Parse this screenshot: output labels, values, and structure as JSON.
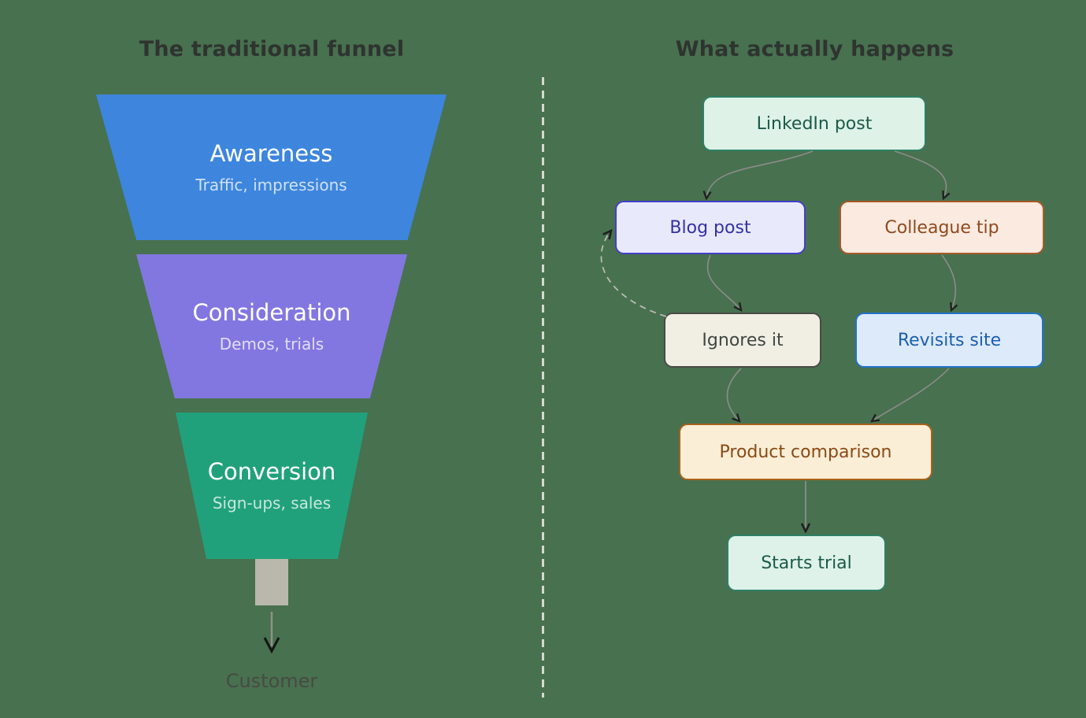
{
  "background": "#48714F",
  "left_panel": {
    "title": "The traditional funnel",
    "stages": [
      {
        "label": "Awareness",
        "sublabel": "Traffic, impressions",
        "fill": "#3D85DD"
      },
      {
        "label": "Consideration",
        "sublabel": "Demos, trials",
        "fill": "#8277E0"
      },
      {
        "label": "Conversion",
        "sublabel": "Sign-ups, sales",
        "fill": "#21A17B"
      }
    ],
    "spout_color": "#BAB7AD",
    "outlet_label": "Customer"
  },
  "right_panel": {
    "title": "What actually happens",
    "nodes": [
      {
        "label": "LinkedIn post",
        "fill": "#DEF2E8",
        "border": "#2F8066",
        "text_color": "#1B5A49"
      },
      {
        "label": "Blog post",
        "fill": "#E9E9FC",
        "border": "#4340C8",
        "text_color": "#3432A4"
      },
      {
        "label": "Colleague tip",
        "fill": "#FBEADF",
        "border": "#A85A28",
        "text_color": "#8D4A1F"
      },
      {
        "label": "Ignores it",
        "fill": "#F1EEE3",
        "border": "#4A4A46",
        "text_color": "#3F4741"
      },
      {
        "label": "Revisits site",
        "fill": "#DDEAFA",
        "border": "#2272C8",
        "text_color": "#1B5FAE"
      },
      {
        "label": "Product comparison",
        "fill": "#FBEED6",
        "border": "#A8621A",
        "text_color": "#8A4A16"
      },
      {
        "label": "Starts trial",
        "fill": "#DEF2EA",
        "border": "#2F8066",
        "text_color": "#1B5A49"
      }
    ],
    "edges": [
      {
        "from": "LinkedIn post",
        "to": "Blog post",
        "style": "solid"
      },
      {
        "from": "LinkedIn post",
        "to": "Colleague tip",
        "style": "solid"
      },
      {
        "from": "Blog post",
        "to": "Ignores it",
        "style": "solid"
      },
      {
        "from": "Colleague tip",
        "to": "Revisits site",
        "style": "solid"
      },
      {
        "from": "Ignores it",
        "to": "Blog post",
        "style": "dashed"
      },
      {
        "from": "Ignores it",
        "to": "Product comparison",
        "style": "solid"
      },
      {
        "from": "Revisits site",
        "to": "Product comparison",
        "style": "solid"
      },
      {
        "from": "Product comparison",
        "to": "Starts trial",
        "style": "solid"
      }
    ],
    "edge_color": "#8C8C8C",
    "dashed_edge_color": "#B9BCB4"
  }
}
